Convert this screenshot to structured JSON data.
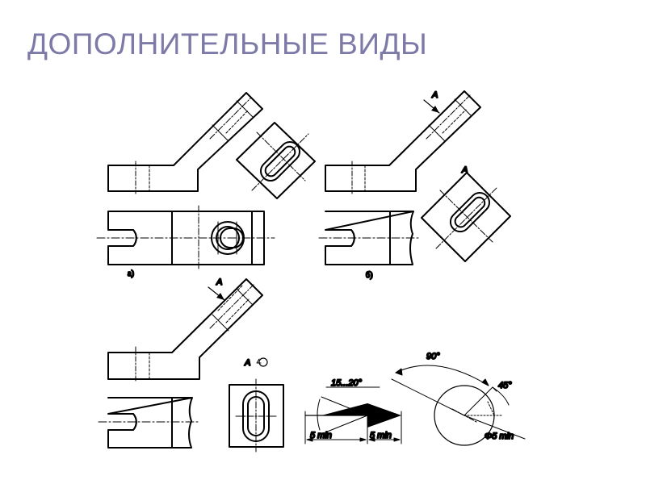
{
  "slide": {
    "title": "ДОПОЛНИТЕЛЬНЫЕ ВИДЫ"
  },
  "figure": {
    "labels": {
      "view_a_caption": "а)",
      "view_b_caption": "б)",
      "arrow_label_b": "А",
      "extra_view_label_b": "А",
      "arrow_label_c": "А",
      "rotated_view_label": "А"
    },
    "dimensions": {
      "angle_range": "15...20°",
      "angle_90": "90°",
      "angle_45": "45°",
      "length_5min_left": "5 min",
      "length_5min_right": "5 min",
      "diameter_5min": "Φ5 min"
    }
  },
  "colors": {
    "title": "#7d7aa8",
    "stroke": "#000000",
    "background": "#ffffff"
  }
}
